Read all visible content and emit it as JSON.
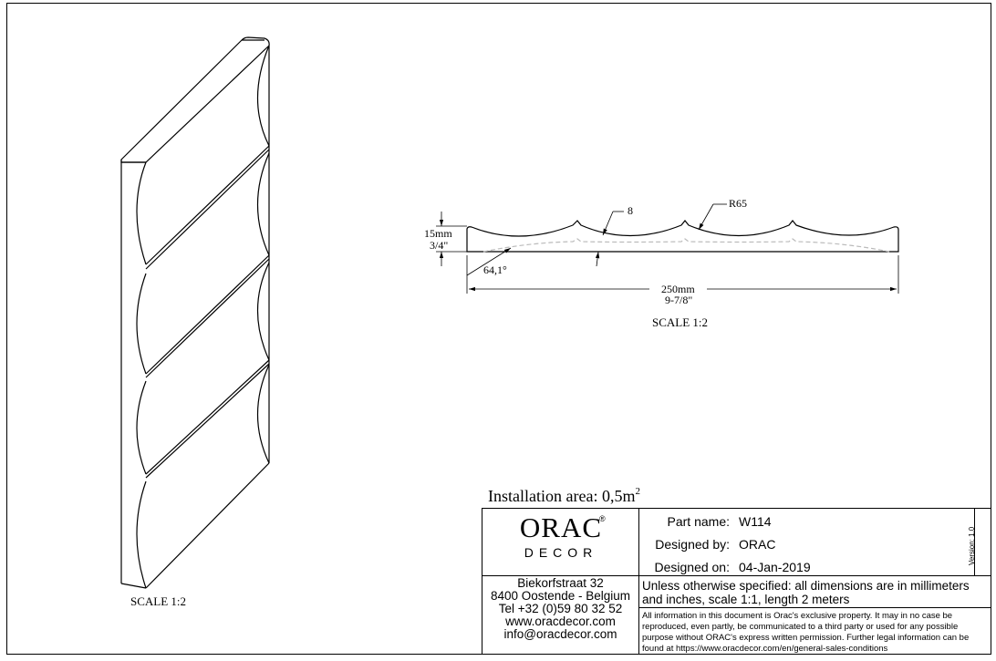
{
  "drawing": {
    "left_view_scale": "SCALE  1:2",
    "profile_view_scale": "SCALE  1:2",
    "dimensions": {
      "height_mm": "15mm",
      "height_in": "3/4\"",
      "angle": "64,1°",
      "width_mm": "250mm",
      "width_in": "9-7/8\"",
      "groove": "8",
      "radius": "R65"
    }
  },
  "installation": {
    "label": "Installation area: 0,5m",
    "exponent": "2"
  },
  "company": {
    "logo_word": "ORAC",
    "logo_registered": "®",
    "logo_sub": "DECOR",
    "address_lines": [
      "Biekorfstraat 32",
      "8400 Oostende - Belgium",
      "Tel  +32 (0)59 80 32 52",
      "www.oracdecor.com",
      "info@oracdecor.com"
    ]
  },
  "title_block": {
    "part_name_label": "Part name:",
    "part_name_value": "W114",
    "designed_by_label": "Designed by:",
    "designed_by_value": "ORAC",
    "designed_on_label": "Designed on:",
    "designed_on_value": "04-Jan-2019",
    "version": "Version: 1.0",
    "note_specified": "Unless otherwise specified: all dimensions are in millimeters and inches, scale 1:1, length 2 meters",
    "note_legal": "All information in this document is Orac's exclusive property.  It may in no case be reproduced, even partly, be communicated to a third party or used for any possible purpose without ORAC's express written permission. Further legal information can be found at https://www.oracdecor.com/en/general-sales-conditions"
  }
}
